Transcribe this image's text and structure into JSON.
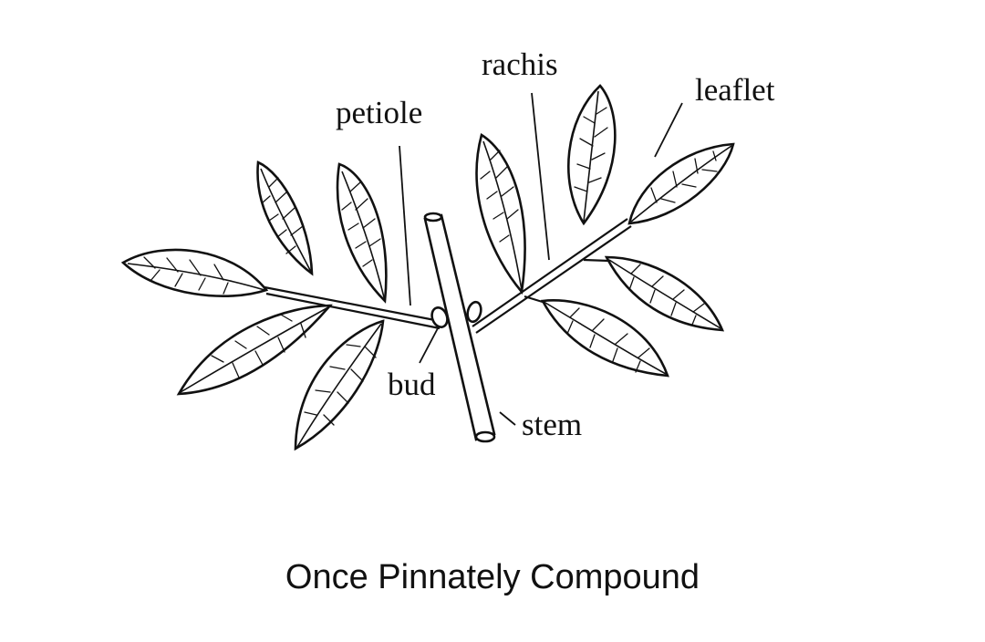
{
  "labels": {
    "rachis": "rachis",
    "leaflet": "leaflet",
    "petiole": "petiole",
    "bud": "bud",
    "stem": "stem"
  },
  "caption": "Once Pinnately Compound",
  "colors": {
    "ink": "#111111",
    "background": "#ffffff"
  }
}
